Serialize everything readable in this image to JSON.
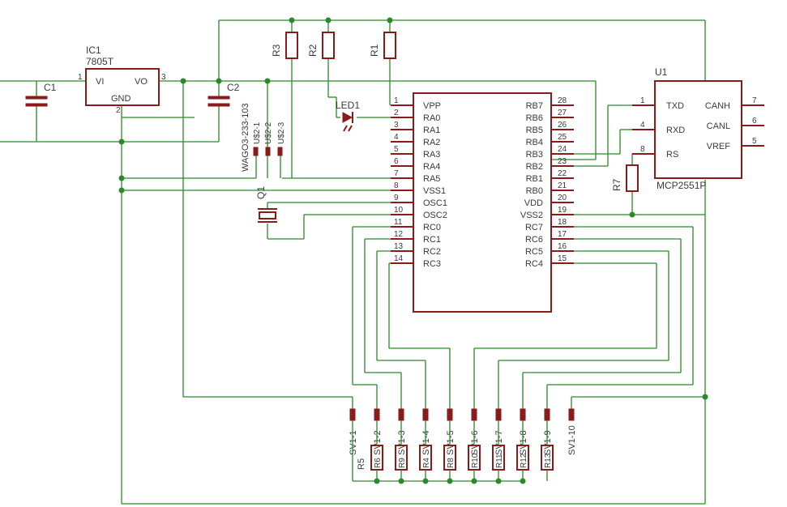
{
  "ic1": {
    "name": "IC1",
    "value": "7805T",
    "vi": "VI",
    "vo": "VO",
    "gnd": "GND",
    "pin1": "1",
    "pin2": "2",
    "pin3": "3"
  },
  "caps": {
    "c1": "C1",
    "c2": "C2"
  },
  "resistors": {
    "r1": "R1",
    "r2": "R2",
    "r3": "R3",
    "r7": "R7"
  },
  "led": {
    "name": "LED1"
  },
  "crystal": {
    "name": "Q1"
  },
  "connector": {
    "name": "WAGO3-233-103",
    "pins": [
      "U$2-1",
      "U$2-2",
      "U$2-3"
    ]
  },
  "mcu": {
    "left": [
      {
        "num": "1",
        "name": "VPP"
      },
      {
        "num": "2",
        "name": "RA0"
      },
      {
        "num": "3",
        "name": "RA1"
      },
      {
        "num": "4",
        "name": "RA2"
      },
      {
        "num": "5",
        "name": "RA3"
      },
      {
        "num": "6",
        "name": "RA4"
      },
      {
        "num": "7",
        "name": "RA5"
      },
      {
        "num": "8",
        "name": "VSS1"
      },
      {
        "num": "9",
        "name": "OSC1"
      },
      {
        "num": "10",
        "name": "OSC2"
      },
      {
        "num": "11",
        "name": "RC0"
      },
      {
        "num": "12",
        "name": "RC1"
      },
      {
        "num": "13",
        "name": "RC2"
      },
      {
        "num": "14",
        "name": "RC3"
      }
    ],
    "right": [
      {
        "num": "28",
        "name": "RB7"
      },
      {
        "num": "27",
        "name": "RB6"
      },
      {
        "num": "26",
        "name": "RB5"
      },
      {
        "num": "25",
        "name": "RB4"
      },
      {
        "num": "24",
        "name": "RB3"
      },
      {
        "num": "23",
        "name": "RB2"
      },
      {
        "num": "22",
        "name": "RB1"
      },
      {
        "num": "21",
        "name": "RB0"
      },
      {
        "num": "20",
        "name": "VDD"
      },
      {
        "num": "19",
        "name": "VSS2"
      },
      {
        "num": "18",
        "name": "RC7"
      },
      {
        "num": "17",
        "name": "RC6"
      },
      {
        "num": "16",
        "name": "RC5"
      },
      {
        "num": "15",
        "name": "RC4"
      }
    ]
  },
  "u1": {
    "name": "U1",
    "value": "MCP2551P",
    "left": [
      {
        "num": "1",
        "name": "TXD"
      },
      {
        "num": "4",
        "name": "RXD"
      },
      {
        "num": "8",
        "name": "RS"
      }
    ],
    "right": [
      {
        "num": "7",
        "name": "CANH"
      },
      {
        "num": "6",
        "name": "CANL"
      },
      {
        "num": "5",
        "name": "VREF"
      }
    ]
  },
  "sv1": {
    "pins": [
      "SV1-1",
      "SV1-2",
      "SV1-3",
      "SV1-4",
      "SV1-5",
      "SV1-6",
      "SV1-7",
      "SV1-8",
      "SV1-9",
      "SV1-10"
    ]
  },
  "bottom_resistors": [
    "R5",
    "R6",
    "R9",
    "R4",
    "R8",
    "R10",
    "R11",
    "R12",
    "R13"
  ]
}
